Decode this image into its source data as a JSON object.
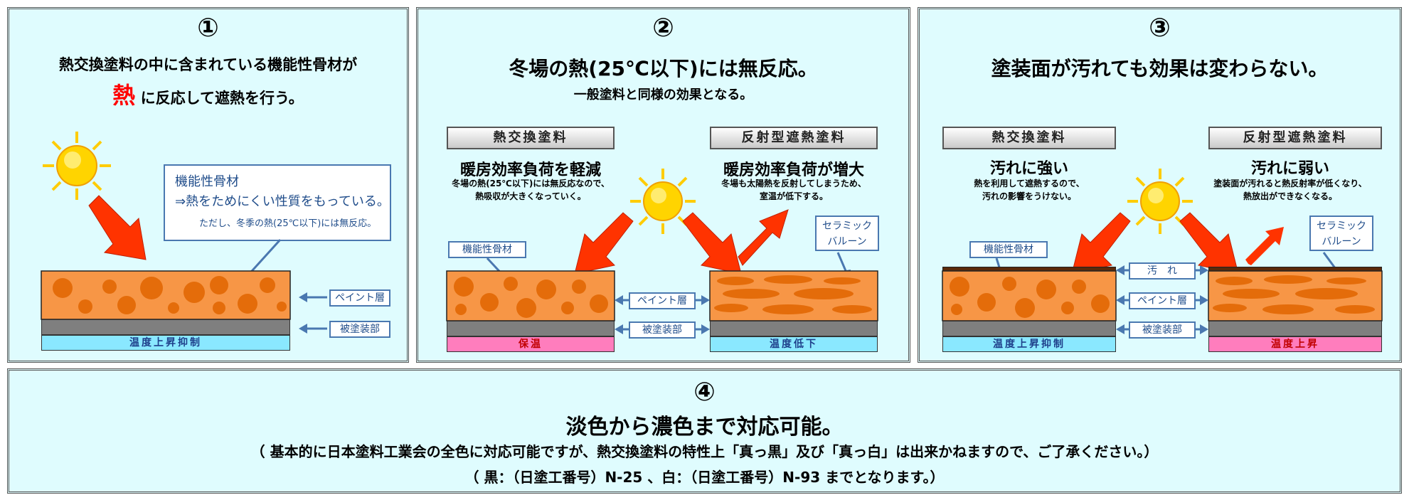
{
  "panel1": {
    "number": "①",
    "title_line1": "熱交換塗料の中に含まれている機能性骨材が",
    "title_line2_red": "熱",
    "title_line2_rest": " に反応して遮熱を行う。",
    "callout_line1": "機能性骨材",
    "callout_line2": "⇒熱をためにくい性質をもっている。",
    "callout_line3": "ただし、冬季の熱(25℃以下)には無反応。",
    "label_paint": "ペイント層",
    "label_substrate": "被塗装部",
    "bar_label": "温度上昇抑制"
  },
  "panel2": {
    "number": "②",
    "title": "冬場の熱(25℃以下)には無反応。",
    "subtitle": "一般塗料と同様の効果となる。",
    "left_header": "熱交換塗料",
    "left_title": "暖房効率負荷を軽減",
    "left_desc1": "冬場の熱(25℃以下)には無反応なので、",
    "left_desc2": "熱吸収が大きくなっていく。",
    "right_header": "反射型遮熱塗料",
    "right_title": "暖房効率負荷が増大",
    "right_desc1": "冬場も太陽熱を反射してしまうため、",
    "right_desc2": "室温が低下する。",
    "label_aggregate": "機能性骨材",
    "label_ceramic1": "セラミック",
    "label_ceramic2": "バルーン",
    "label_paint": "ペイント層",
    "label_substrate": "被塗装部",
    "left_bar": "保温",
    "right_bar": "温度低下"
  },
  "panel3": {
    "number": "③",
    "title": "塗装面が汚れても効果は変わらない。",
    "left_header": "熱交換塗料",
    "left_title": "汚れに強い",
    "left_desc1": "熱を利用して遮熱するので、",
    "left_desc2": "汚れの影響をうけない。",
    "right_header": "反射型遮熱塗料",
    "right_title": "汚れに弱い",
    "right_desc1": "塗装面が汚れると熱反射率が低くなり、",
    "right_desc2": "熱放出ができなくなる。",
    "label_aggregate": "機能性骨材",
    "label_ceramic1": "セラミック",
    "label_ceramic2": "バルーン",
    "label_dirt": "汚　れ",
    "label_paint": "ペイント層",
    "label_substrate": "被塗装部",
    "left_bar": "温度上昇抑制",
    "right_bar": "温度上昇"
  },
  "panel4": {
    "number": "④",
    "title": "淡色から濃色まで対応可能。",
    "note1": "（ 基本的に日本塗料工業会の全色に対応可能ですが、熱交換塗料の特性上「真っ黒」及び「真っ白」は出来かねますので、ご了承ください。）",
    "note2": "（ 黒：（日塗工番号）N-25 、白：（日塗工番号）N-93 までとなります。）"
  },
  "colors": {
    "panel_bg": "#dffcfe",
    "paint_orange": "#f79646",
    "aggregate_dark": "#e46c0a",
    "substrate_gray": "#7f7f7f",
    "arrow_red": "#ff3300",
    "bar_blue": "#8ae8ff",
    "bar_pink": "#ff7dbd",
    "label_blue": "#4a78b0",
    "highlight_red": "#ff0000"
  },
  "icons": [
    "sun-icon",
    "heat-arrow-icon",
    "double-arrow-icon"
  ]
}
